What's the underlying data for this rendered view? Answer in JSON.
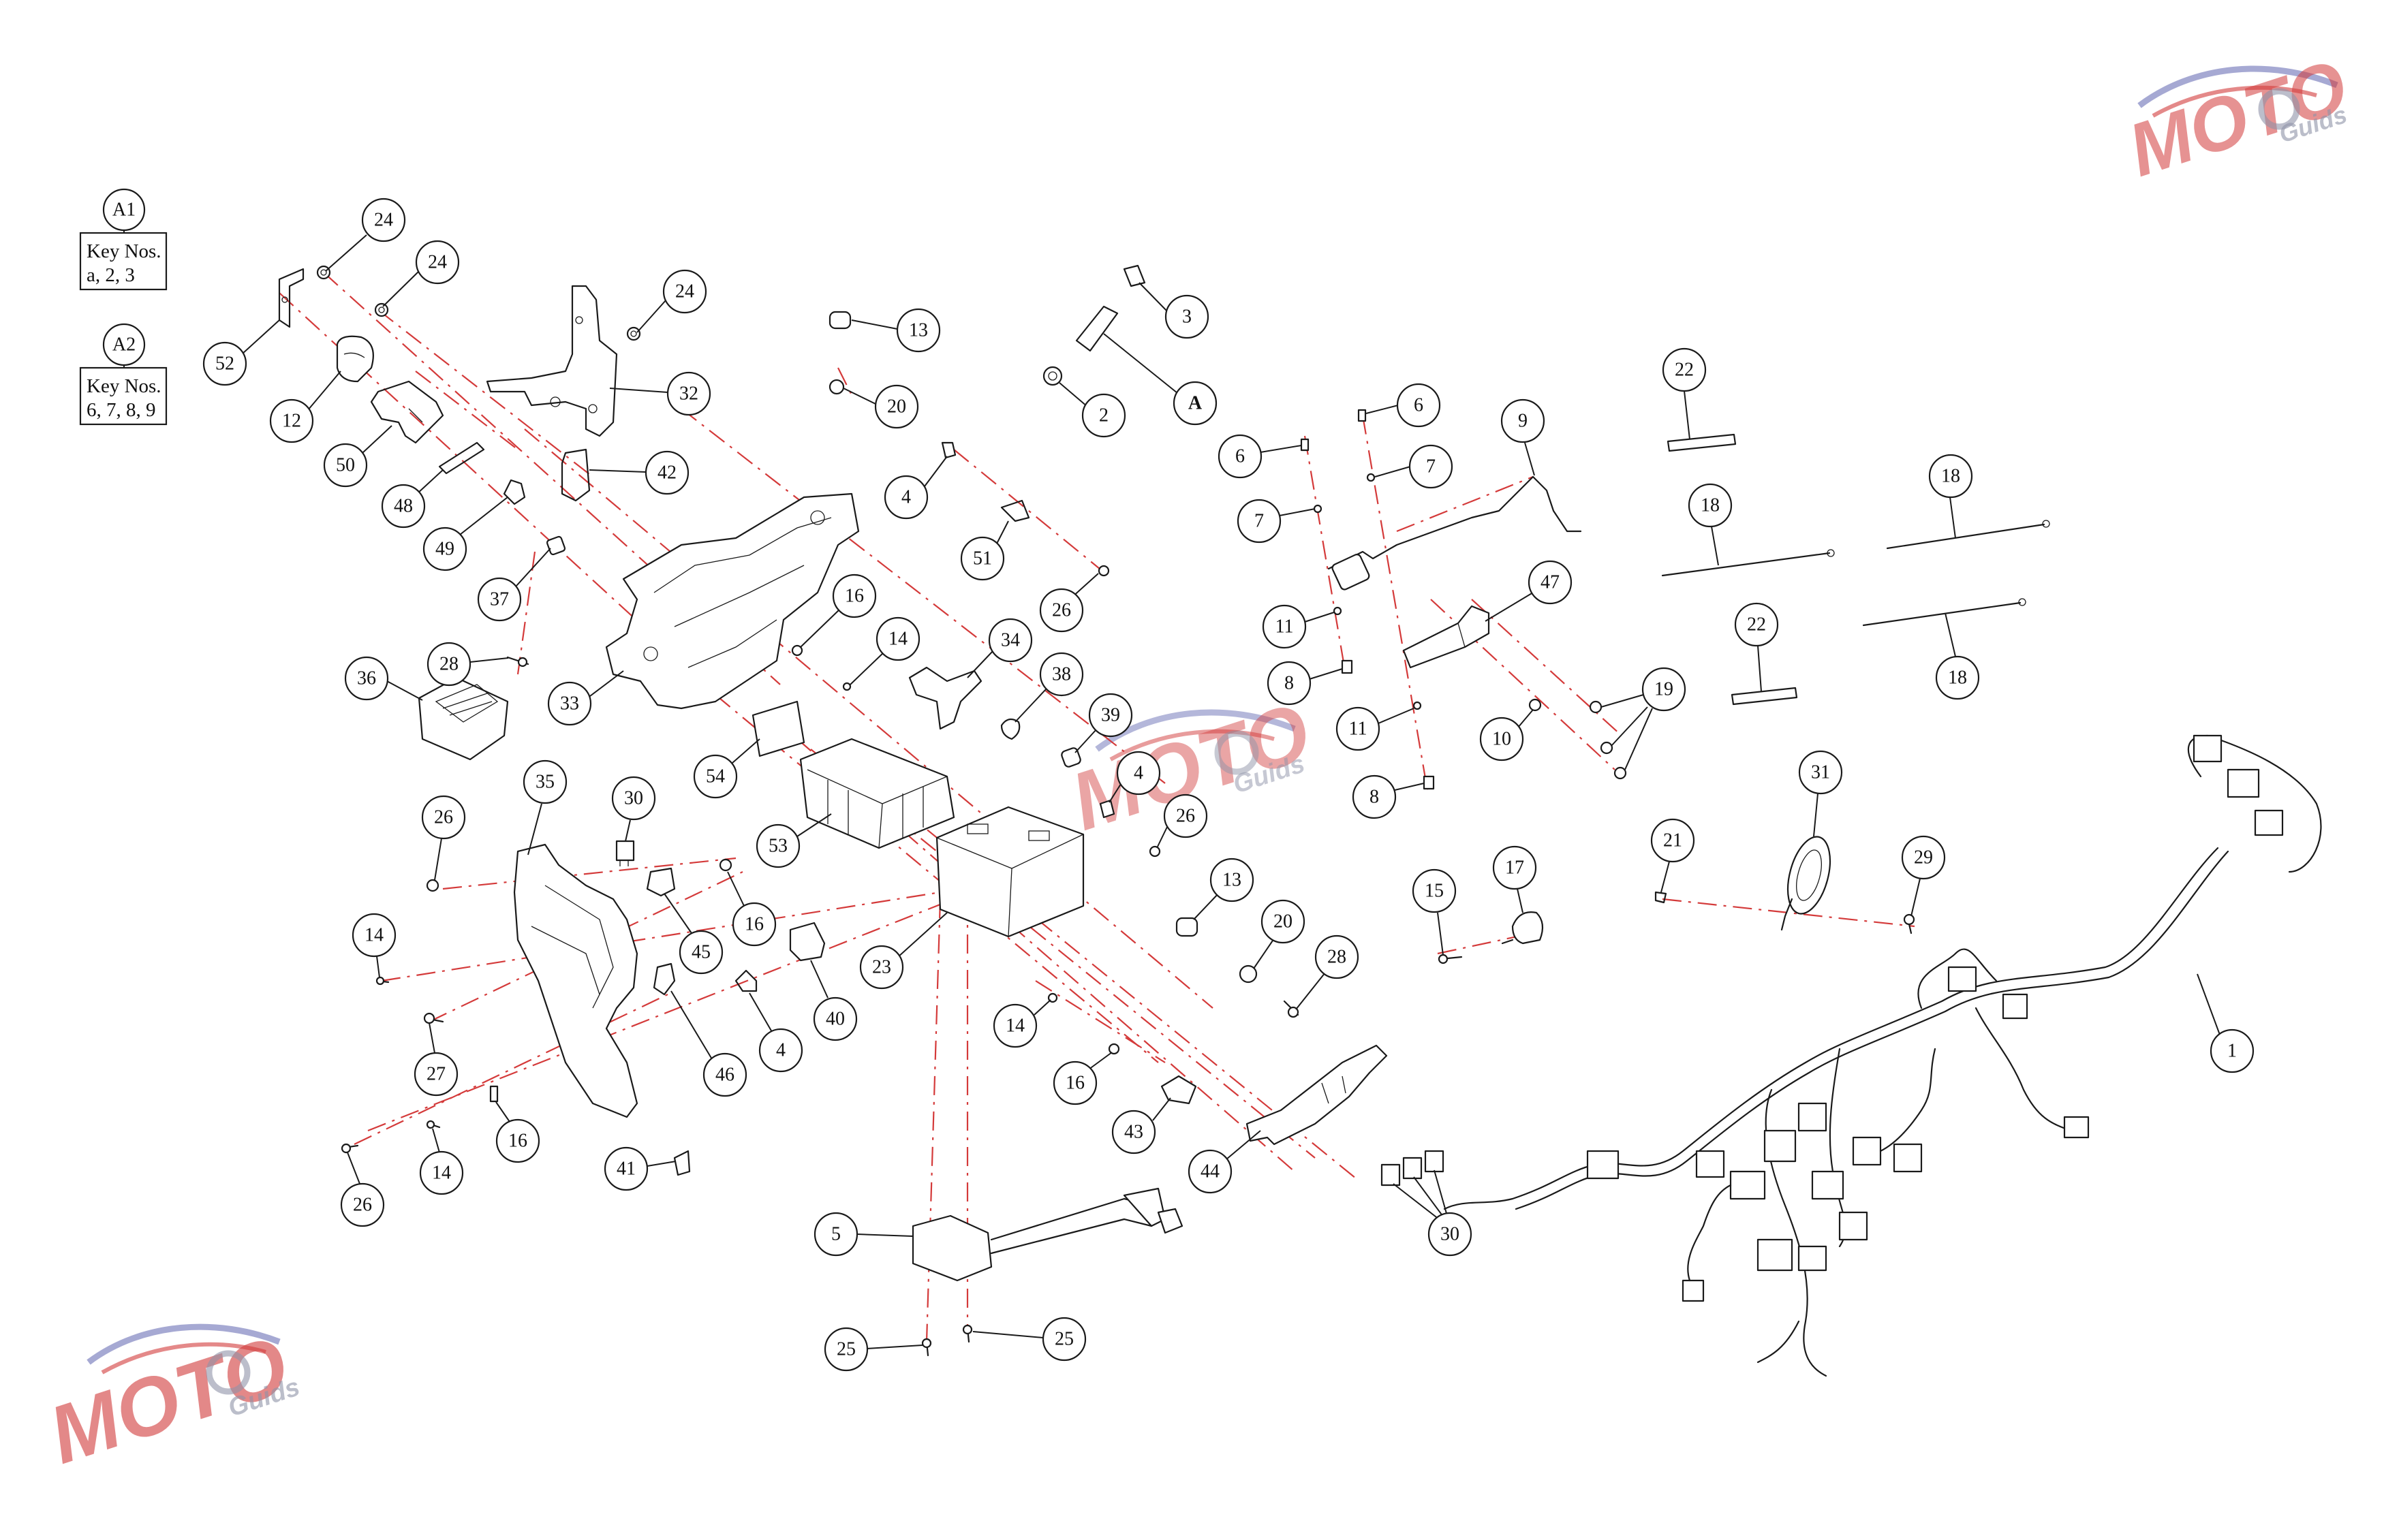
{
  "diagram": {
    "key_groups": [
      {
        "id": "A1",
        "title": "Key Nos.",
        "items": "a, 2, 3"
      },
      {
        "id": "A2",
        "title": "Key Nos.",
        "items": "6, 7, 8, 9"
      }
    ],
    "callouts": [
      "24",
      "24",
      "24",
      "52",
      "12",
      "50",
      "48",
      "32",
      "42",
      "49",
      "37",
      "28",
      "36",
      "33",
      "13",
      "20",
      "2",
      "3",
      "A",
      "4",
      "51",
      "26",
      "16",
      "14",
      "34",
      "38",
      "39",
      "54",
      "53",
      "4",
      "26",
      "23",
      "35",
      "30",
      "26",
      "14",
      "27",
      "26",
      "14",
      "16",
      "41",
      "46",
      "4",
      "45",
      "16",
      "40",
      "13",
      "20",
      "28",
      "14",
      "16",
      "43",
      "44",
      "5",
      "25",
      "25",
      "30",
      "6",
      "6",
      "7",
      "7",
      "9",
      "11",
      "8",
      "11",
      "8",
      "47",
      "10",
      "19",
      "15",
      "17",
      "21",
      "31",
      "29",
      "1",
      "22",
      "18",
      "18",
      "22",
      "18"
    ]
  },
  "watermark": {
    "brand": "MOTO",
    "sub": "Guids"
  },
  "colors": {
    "line": "#1a1a1a",
    "dashed_leader": "#d43a3a",
    "watermark_red": "#d23a3a",
    "watermark_blue": "#5a5fa8"
  }
}
